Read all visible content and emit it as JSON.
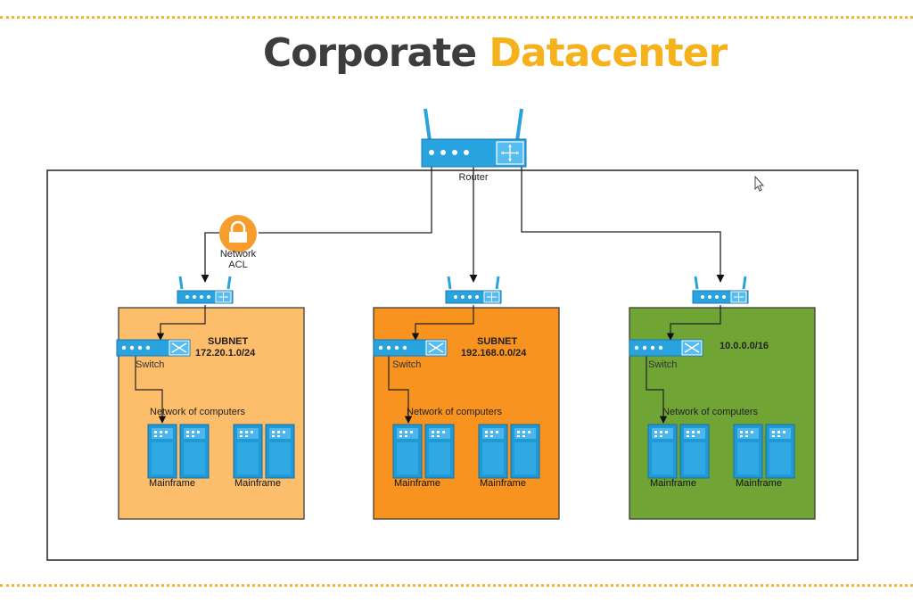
{
  "title": {
    "part1": "Corporate",
    "part2": "Datacenter"
  },
  "colors": {
    "title_dark": "#3d3d3d",
    "title_accent": "#f5b21c",
    "device_blue": "#29a3e0",
    "acl_orange": "#f79d2c",
    "subnet1": "#fdbe6b",
    "subnet2": "#f7931e",
    "subnet3": "#70a536"
  },
  "router": {
    "label": "Router",
    "icon": "router-icon"
  },
  "acl": {
    "line1": "Network",
    "line2": "ACL",
    "icon": "lock-icon"
  },
  "subnets": [
    {
      "title_line1": "SUBNET",
      "title_line2": "172.20.1.0/24",
      "switch_label": "Switch",
      "group_label": "Network of computers",
      "mainframes": [
        "Mainframe",
        "Mainframe"
      ]
    },
    {
      "title_line1": "SUBNET",
      "title_line2": "192.168.0.0/24",
      "switch_label": "Switch",
      "group_label": "Network of computers",
      "mainframes": [
        "Mainframe",
        "Mainframe"
      ]
    },
    {
      "title_line1": "10.0.0.0/16",
      "title_line2": "",
      "switch_label": "Switch",
      "group_label": "Network of computers",
      "mainframes": [
        "Mainframe",
        "Mainframe"
      ]
    }
  ]
}
